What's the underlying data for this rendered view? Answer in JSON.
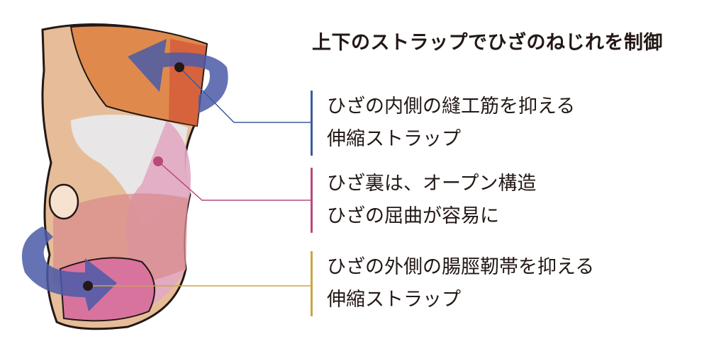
{
  "title": "上下のストラップでひざのねじれを制御",
  "callouts": [
    {
      "line1": "ひざの内側の縫工筋を抑える",
      "line2": "伸縮ストラップ",
      "color": "#3b5a9a"
    },
    {
      "line1": "ひざ裏は、オープン構造",
      "line2": "ひざの屈曲が容易に",
      "color": "#b9497b"
    },
    {
      "line1": "ひざの外側の腸脛靭帯を抑える",
      "line2": "伸縮ストラップ",
      "color": "#c9a646"
    }
  ]
}
